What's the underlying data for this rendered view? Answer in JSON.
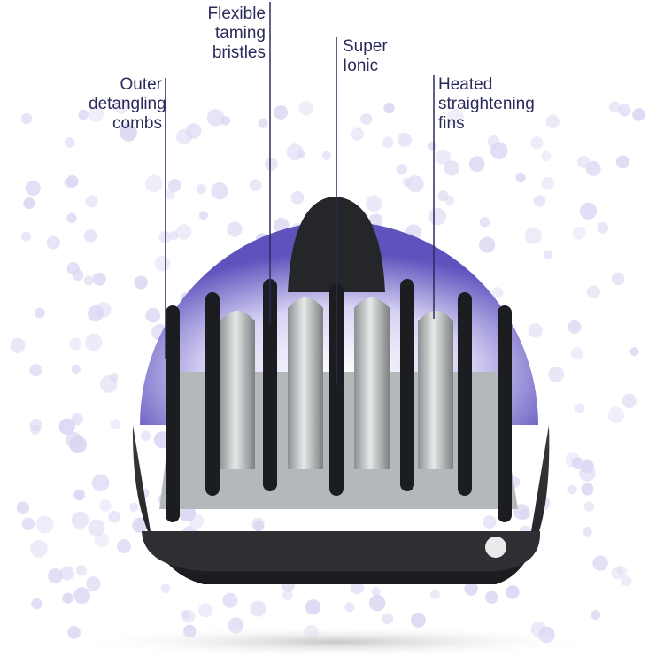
{
  "labels": {
    "outer_combs": "Outer\ndetangling\ncombs",
    "bristles": "Flexible\ntaming\nbristles",
    "ionic": "Super\nIonic",
    "fins": "Heated\nstraightening\nfins"
  },
  "colors": {
    "text": "#2b2a5c",
    "glow": "#6a5fc4",
    "dots": "#d9d6f2"
  }
}
